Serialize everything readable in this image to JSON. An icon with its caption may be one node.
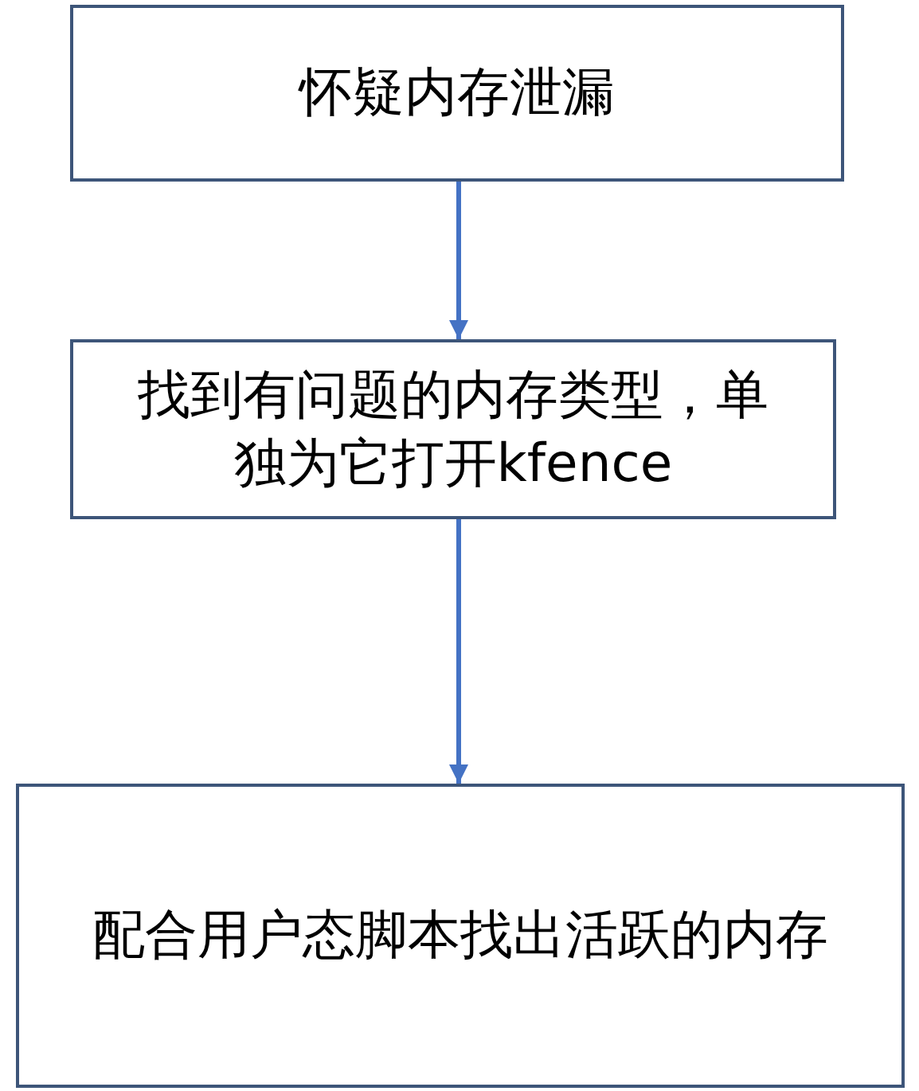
{
  "diagram": {
    "nodes": [
      {
        "text": [
          "怀疑内存泄漏"
        ]
      },
      {
        "text": [
          "找到有问题的内存类型，单独为它打开kfence"
        ]
      },
      {
        "text": [
          "配合用户态脚本找出活跃的内存"
        ]
      }
    ],
    "edges": [
      {
        "from": 0,
        "to": 1,
        "arrow": "to"
      },
      {
        "from": 1,
        "to": 2,
        "arrow": "to"
      }
    ]
  }
}
